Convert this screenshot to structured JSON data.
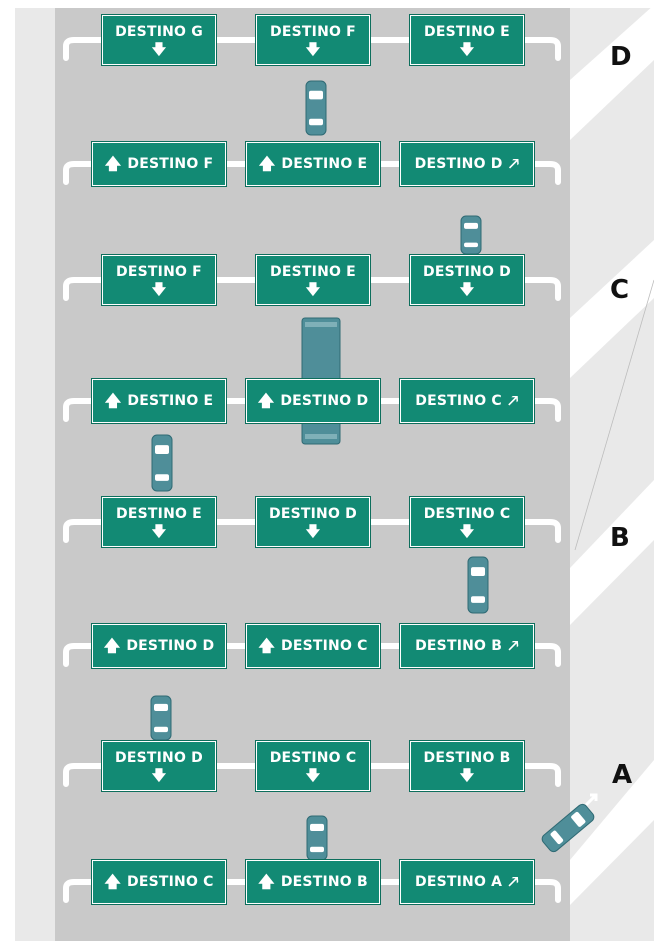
{
  "colors": {
    "road": "#c9c9c9",
    "shoulder": "#e9e9e9",
    "sign": "#128a74",
    "vehicle": "#4f8e99"
  },
  "rows": [
    {
      "signs": [
        {
          "text": "DESTINO G",
          "arrow": "down"
        },
        {
          "text": "DESTINO F",
          "arrow": "down"
        },
        {
          "text": "DESTINO E",
          "arrow": "down"
        }
      ]
    },
    {
      "signs": [
        {
          "text": "DESTINO F",
          "arrow": "up"
        },
        {
          "text": "DESTINO E",
          "arrow": "up"
        },
        {
          "text": "DESTINO D",
          "arrow": "exit"
        }
      ]
    },
    {
      "signs": [
        {
          "text": "DESTINO F",
          "arrow": "down"
        },
        {
          "text": "DESTINO E",
          "arrow": "down"
        },
        {
          "text": "DESTINO D",
          "arrow": "down"
        }
      ]
    },
    {
      "signs": [
        {
          "text": "DESTINO E",
          "arrow": "up"
        },
        {
          "text": "DESTINO D",
          "arrow": "up"
        },
        {
          "text": "DESTINO C",
          "arrow": "exit"
        }
      ]
    },
    {
      "signs": [
        {
          "text": "DESTINO E",
          "arrow": "down"
        },
        {
          "text": "DESTINO D",
          "arrow": "down"
        },
        {
          "text": "DESTINO C",
          "arrow": "down"
        }
      ]
    },
    {
      "signs": [
        {
          "text": "DESTINO D",
          "arrow": "up"
        },
        {
          "text": "DESTINO C",
          "arrow": "up"
        },
        {
          "text": "DESTINO B",
          "arrow": "exit"
        }
      ]
    },
    {
      "signs": [
        {
          "text": "DESTINO D",
          "arrow": "down"
        },
        {
          "text": "DESTINO C",
          "arrow": "down"
        },
        {
          "text": "DESTINO B",
          "arrow": "down"
        }
      ]
    },
    {
      "signs": [
        {
          "text": "DESTINO C",
          "arrow": "up"
        },
        {
          "text": "DESTINO B",
          "arrow": "up"
        },
        {
          "text": "DESTINO A",
          "arrow": "exit"
        }
      ]
    }
  ],
  "exits": [
    "D",
    "C",
    "B",
    "A"
  ],
  "glyphs": {
    "down": "🡇",
    "up": "🡅",
    "exit": "🡕"
  }
}
